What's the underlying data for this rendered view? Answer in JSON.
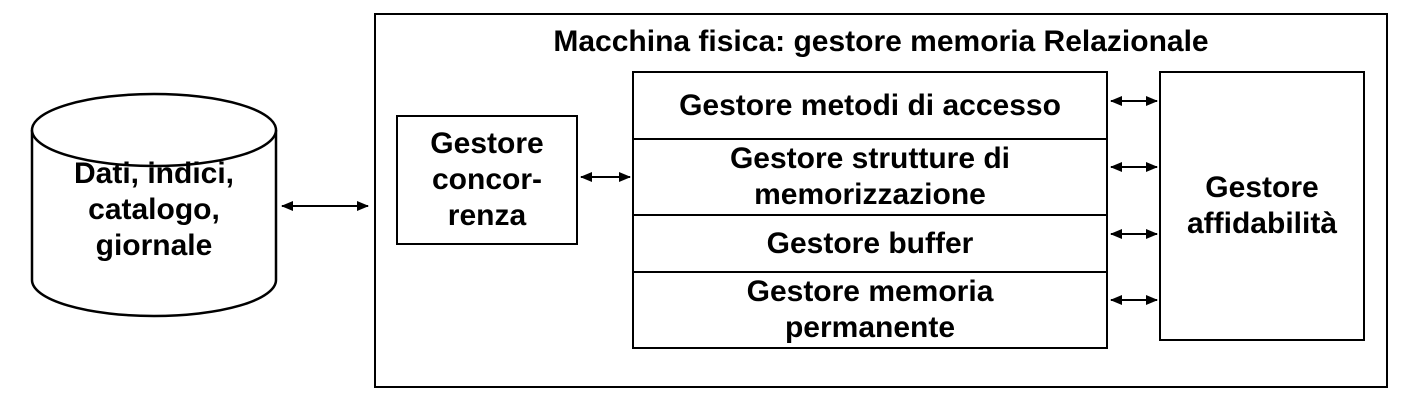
{
  "database": {
    "label": "Dati, indici,\ncatalogo,\ngiornale"
  },
  "machine": {
    "title": "Macchina fisica: gestore memoria Relazionale"
  },
  "concurrency": {
    "label": "Gestore\nconcor-\nrenza"
  },
  "stack": {
    "access_methods": "Gestore metodi di accesso",
    "storage_structures": "Gestore strutture di\nmemorizzazione",
    "buffer": "Gestore buffer",
    "permanent_memory": "Gestore memoria\npermanente"
  },
  "reliability": {
    "label": "Gestore\naffidabilità"
  }
}
